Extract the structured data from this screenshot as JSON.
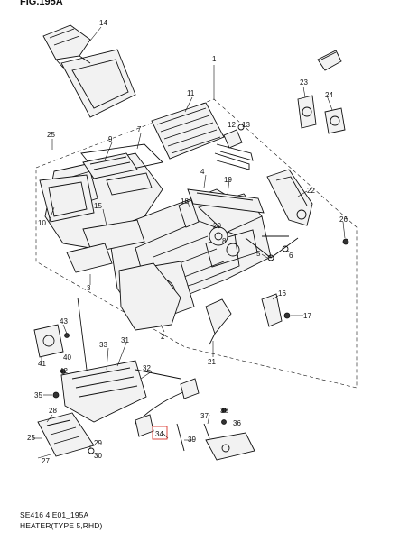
{
  "figure_title": "FIG.195A",
  "footer": {
    "code": "SE416 4 E01_195A",
    "caption": "HEATER(TYPE 5,RHD)"
  },
  "callouts": {
    "c1": "1",
    "c2": "2",
    "c3": "3",
    "c4": "4",
    "c5": "5",
    "c6": "6",
    "c7": "7",
    "c8": "8",
    "c9": "9",
    "c10": "10",
    "c11": "11",
    "c12": "12",
    "c13": "13",
    "c14": "14",
    "c15": "15",
    "c16": "16",
    "c17": "17",
    "c18": "18",
    "c19": "19",
    "c20": "20",
    "c21": "21",
    "c22": "22",
    "c23": "23",
    "c24": "24",
    "c25": "25",
    "c25b": "25",
    "c26": "26",
    "c27": "27",
    "c28": "28",
    "c29": "29",
    "c30": "30",
    "c31": "31",
    "c32": "32",
    "c33": "33",
    "c34": "34",
    "c35": "35",
    "c36": "36",
    "c37": "37",
    "c38": "38",
    "c39": "39",
    "c40": "40",
    "c41": "41",
    "c42": "42",
    "c43": "43"
  },
  "highlight_color": "#d9342b"
}
